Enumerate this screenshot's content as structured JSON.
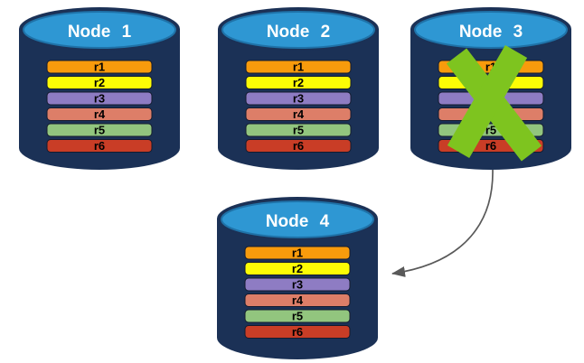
{
  "colors": {
    "background": "#FFFFFF",
    "cylinder_body": "#1B3156",
    "cylinder_top": "#2E97D3",
    "cylinder_top_border": "#1F72A8",
    "bar_border": "#141B2E",
    "record_text": "#000000",
    "title_text": "#FFFFFF",
    "failure_x": "#7EC41F",
    "arrow": "#595959"
  },
  "nodes": [
    {
      "title": "Node 1",
      "records": [
        {
          "label": "r1",
          "color": "#F89B0C"
        },
        {
          "label": "r2",
          "color": "#FCFC05"
        },
        {
          "label": "r3",
          "color": "#8E7CC3"
        },
        {
          "label": "r4",
          "color": "#DD7E68"
        },
        {
          "label": "r5",
          "color": "#92C57E"
        },
        {
          "label": "r6",
          "color": "#C93D26"
        }
      ]
    },
    {
      "title": "Node 2",
      "records": [
        {
          "label": "r1",
          "color": "#F89B0C"
        },
        {
          "label": "r2",
          "color": "#FCFC05"
        },
        {
          "label": "r3",
          "color": "#8E7CC3"
        },
        {
          "label": "r4",
          "color": "#DD7E68"
        },
        {
          "label": "r5",
          "color": "#92C57E"
        },
        {
          "label": "r6",
          "color": "#C93D26"
        }
      ]
    },
    {
      "title": "Node 3",
      "records": [
        {
          "label": "r1",
          "color": "#F89B0C"
        },
        {
          "label": "r2",
          "color": "#FCFC05"
        },
        {
          "label": "r3",
          "color": "#8E7CC3"
        },
        {
          "label": "r4",
          "color": "#DD7E68"
        },
        {
          "label": "r5",
          "color": "#92C57E"
        },
        {
          "label": "r6",
          "color": "#C93D26"
        }
      ]
    },
    {
      "title": "Node 4",
      "records": [
        {
          "label": "r1",
          "color": "#F89B0C"
        },
        {
          "label": "r2",
          "color": "#FCFC05"
        },
        {
          "label": "r3",
          "color": "#8E7CC3"
        },
        {
          "label": "r4",
          "color": "#DD7E68"
        },
        {
          "label": "r5",
          "color": "#92C57E"
        },
        {
          "label": "r6",
          "color": "#C93D26"
        }
      ]
    }
  ],
  "failure_mark": {
    "icon": "x-cross-icon",
    "on_node": "Node 3",
    "color": "#7EC41F"
  },
  "arrow": {
    "icon": "curved-arrow-icon",
    "from_node": "Node 3",
    "to_node": "Node 4",
    "color": "#595959"
  }
}
